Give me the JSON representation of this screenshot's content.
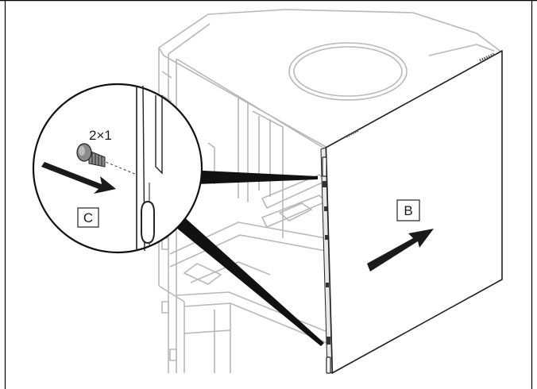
{
  "figure": {
    "callout_quantity": "2×1",
    "label_c": "C",
    "label_b": "B"
  },
  "colors": {
    "line": "#b8b8b8",
    "panel_edge": "#222222",
    "arrow": "#1a1a1a",
    "screw": "#8a8a8a",
    "frame_border": "#000000"
  },
  "icons": {
    "screw": "screw-icon",
    "push_arrow": "arrow-icon",
    "slide_arrow": "arrow-icon"
  }
}
